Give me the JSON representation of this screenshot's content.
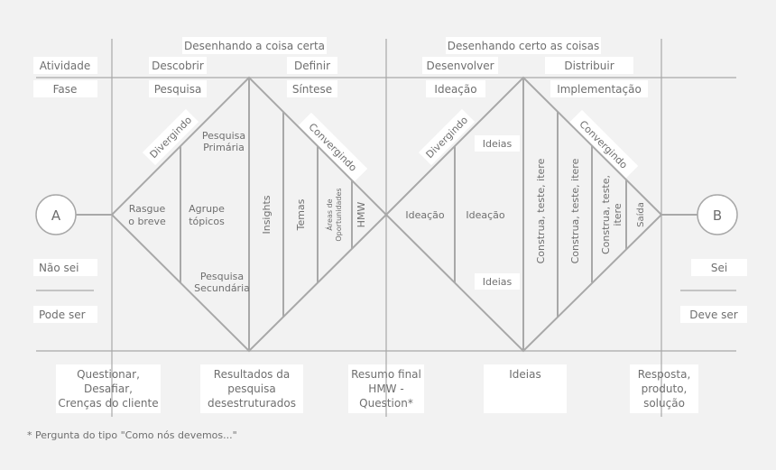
{
  "header": {
    "row1": [
      "Desenhando a coisa certa",
      "Desenhando certo as coisas"
    ],
    "activity_label": "Atividade",
    "activities": [
      "Descobrir",
      "Definir",
      "Desenvolver",
      "Distribuir"
    ],
    "phase_label": "Fase",
    "phases": [
      "Pesquisa",
      "Síntese",
      "Ideação",
      "Implementação"
    ]
  },
  "left": {
    "point": "A",
    "unknown": "Não sei",
    "maybe": "Pode ser"
  },
  "right": {
    "point": "B",
    "know": "Sei",
    "must": "Deve ser"
  },
  "diamond1": {
    "diverging": "Divergindo",
    "converging": "Convergindo",
    "rasgue": [
      "Rasgue",
      "o breve"
    ],
    "agrupe": [
      "Agrupe",
      "tópicos"
    ],
    "primaria": [
      "Pesquisa",
      "Primária"
    ],
    "secundaria": [
      "Pesquisa",
      "Secundária"
    ],
    "insights": "Insights",
    "temas": "Temas",
    "areas": [
      "Áreas de",
      "Oportunidades"
    ],
    "hmw": "HMW"
  },
  "diamond2": {
    "diverging": "Divergindo",
    "converging": "Convergindo",
    "ideias_top": "Ideias",
    "ideias_bottom": "Ideias",
    "ideacao_left": "Ideação",
    "ideacao_right": "Ideação",
    "construa1": "Construa, teste, itere",
    "construa2": "Construa, teste, itere",
    "construa3": [
      "Construa, teste,",
      "itere"
    ],
    "saida": "Saída"
  },
  "footer": {
    "outputs": [
      [
        "Questionar,",
        "Desafiar,",
        "Crenças do cliente"
      ],
      [
        "Resultados da",
        "pesquisa",
        "desestruturados"
      ],
      [
        "Resumo final",
        "HMW -",
        "Question*"
      ],
      [
        "Ideias"
      ],
      [
        "Resposta,",
        "produto,",
        "solução"
      ]
    ],
    "note": "* Pergunta do tipo \"Como nós devemos...\""
  },
  "colors": {
    "line": "#a8a8a8",
    "text": "#6f6f6f",
    "box": "#ffffff",
    "background": "#f2f2f2"
  }
}
